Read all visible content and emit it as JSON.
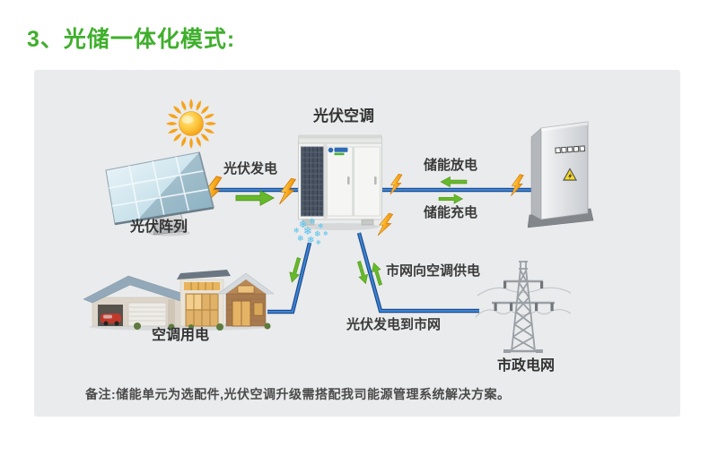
{
  "title": "3、光储一体化模式:",
  "nodes": {
    "pv_array": "光伏阵列",
    "pv_ac": "光伏空调",
    "house": "空调用电",
    "grid": "市政电网"
  },
  "flows": {
    "pv_generation": "光伏发电",
    "storage_discharge": "储能放电",
    "storage_charge": "储能充电",
    "grid_to_ac": "市网向空调供电",
    "pv_to_grid": "光伏发电到市网"
  },
  "note": "备注:储能单元为选配件,光伏空调升级需搭配我司能源管理系统解决方案。",
  "icons": {
    "snowflake_glyph": "❄",
    "sun": "sun-icon",
    "solar_panel": "solar-panel-icon",
    "ac_unit": "ac-outdoor-unit-icon",
    "storage_cabinet": "energy-storage-cabinet-icon",
    "house": "house-icon",
    "power_tower": "transmission-tower-icon",
    "bolt": "lightning-bolt-icon",
    "arrow": "flow-arrow-icon"
  },
  "colors": {
    "title_green": "#3faf2c",
    "line_blue": "#2f7ed2",
    "line_blue_dark": "#1c4c8e",
    "arrow_green": "#66b92a",
    "bolt_orange": "#f5a31a",
    "card_bg": "#eaebec",
    "label_dark": "#3a3a3a"
  }
}
